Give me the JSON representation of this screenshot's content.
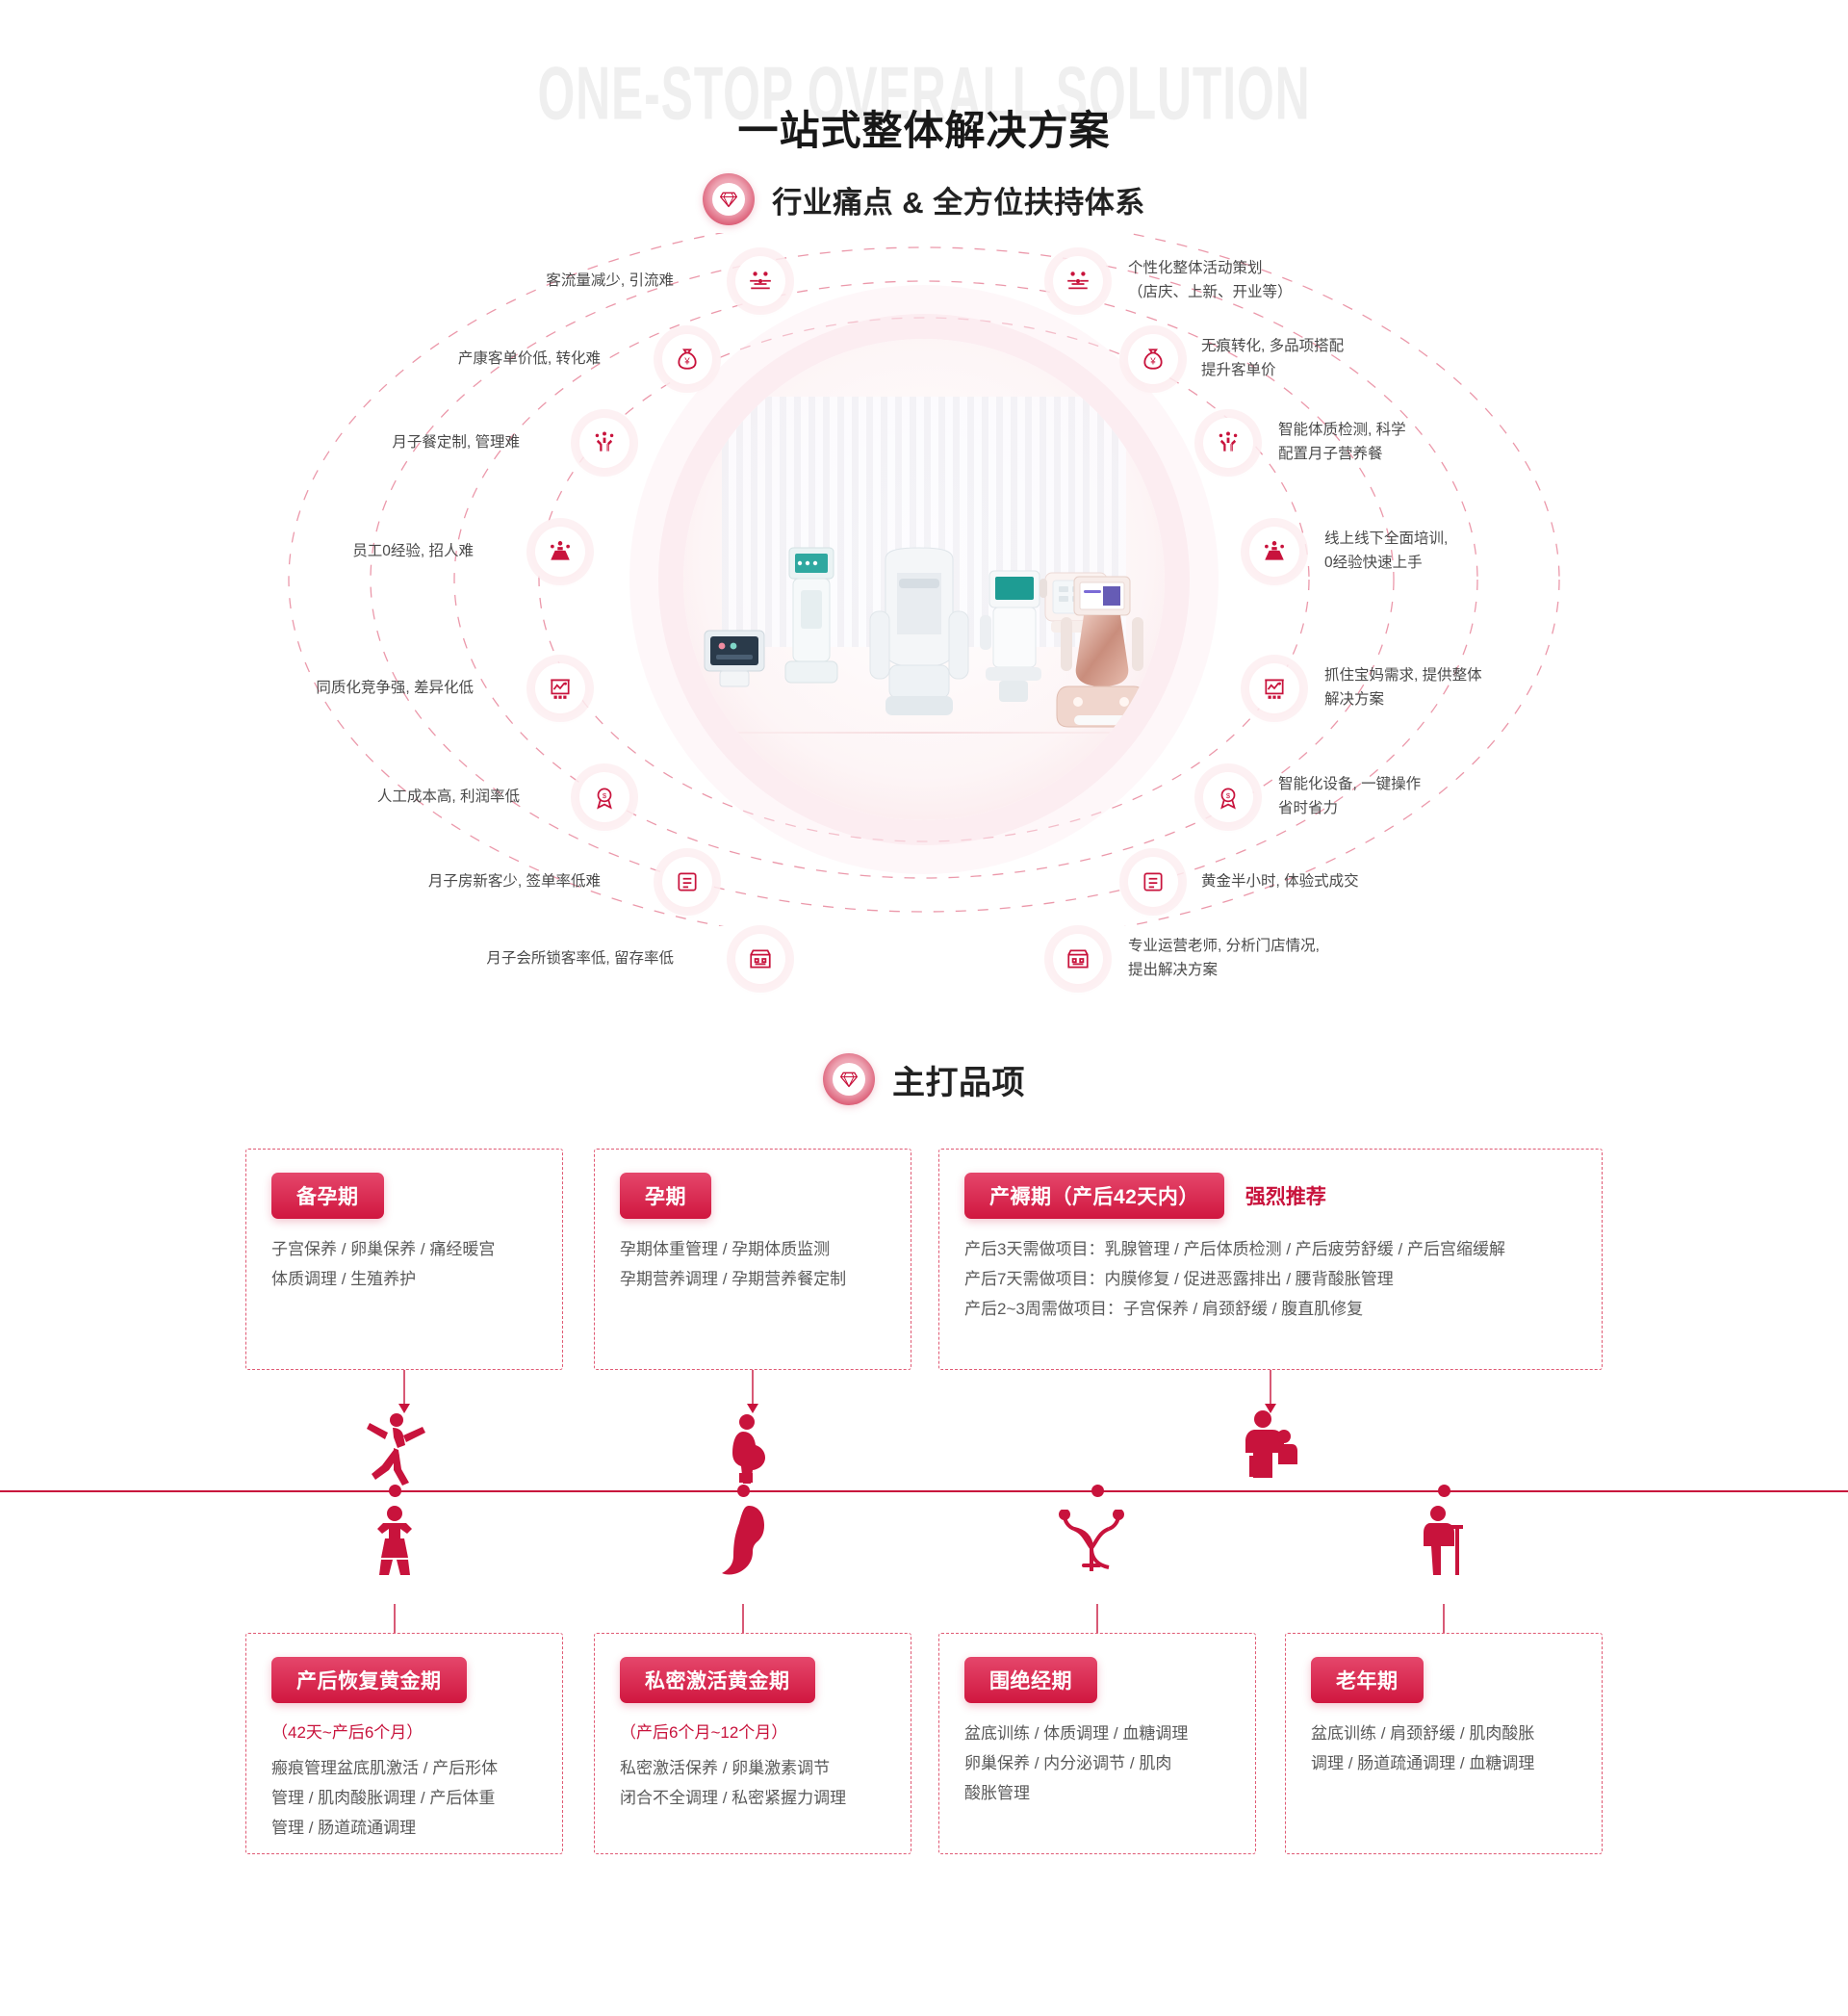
{
  "header": {
    "watermark": "ONE-STOP OVERALL SOLUTION",
    "title": "一站式整体解决方案"
  },
  "section1": {
    "title": "行业痛点 & 全方位扶持体系",
    "gem_icon": "diamond-icon",
    "pain_points": [
      {
        "label": "客流量减少, 引流难",
        "icon": "people-balance-icon"
      },
      {
        "label": "产康客单价低, 转化难",
        "icon": "money-bag-yuan-icon"
      },
      {
        "label": "月子餐定制, 管理难",
        "icon": "team-support-icon"
      },
      {
        "label": "员工0经验, 招人难",
        "icon": "training-meeting-icon"
      },
      {
        "label": "同质化竞争强, 差异化低",
        "icon": "presentation-chart-icon"
      },
      {
        "label": "人工成本高, 利润率低",
        "icon": "award-medal-icon"
      },
      {
        "label": "月子房新客少, 签单率低难",
        "icon": "checklist-icon"
      },
      {
        "label": "月子会所锁客率低, 留存率低",
        "icon": "storefront-icon"
      }
    ],
    "supports": [
      {
        "line1": "个性化整体活动策划",
        "line2": "（店庆、上新、开业等）",
        "icon": "people-balance-icon"
      },
      {
        "line1": "无痕转化, 多品项搭配",
        "line2": "提升客单价",
        "icon": "money-bag-yuan-icon"
      },
      {
        "line1": "智能体质检测, 科学",
        "line2": "配置月子营养餐",
        "icon": "team-support-icon"
      },
      {
        "line1": "线上线下全面培训,",
        "line2": "0经验快速上手",
        "icon": "training-meeting-icon"
      },
      {
        "line1": "抓住宝妈需求, 提供整体",
        "line2": "解决方案",
        "icon": "presentation-chart-icon"
      },
      {
        "line1": "智能化设备, 一键操作",
        "line2": "省时省力",
        "icon": "award-medal-icon"
      },
      {
        "line1": "黄金半小时, 体验式成交",
        "line2": "",
        "icon": "checklist-icon"
      },
      {
        "line1": "专业运营老师, 分析门店情况,",
        "line2": "提出解决方案",
        "icon": "storefront-icon"
      }
    ]
  },
  "section2": {
    "title": "主打品项",
    "gem_icon": "diamond-icon",
    "cards_top": [
      {
        "tag": "备孕期",
        "recommend": "",
        "subnote": "",
        "lines": [
          "子宫保养 / 卵巢保养 / 痛经暖宫",
          "体质调理 / 生殖养护"
        ],
        "icon": "ballet-dancer-icon"
      },
      {
        "tag": "孕期",
        "recommend": "",
        "subnote": "",
        "lines": [
          "孕期体重管理 / 孕期体质监测",
          "孕期营养调理 / 孕期营养餐定制"
        ],
        "icon": "pregnant-woman-icon"
      },
      {
        "tag": "产褥期（产后42天内）",
        "recommend": "强烈推荐",
        "subnote": "",
        "lines": [
          "产后3天需做项目：乳腺管理 / 产后体质检测 / 产后疲劳舒缓 / 产后宫缩缓解",
          "产后7天需做项目：内膜修复 / 促进恶露排出 / 腰背酸胀管理",
          "产后2~3周需做项目：子宫保养 / 肩颈舒缓 / 腹直肌修复"
        ],
        "icon": "mother-baby-icon"
      }
    ],
    "cards_bottom": [
      {
        "tag": "产后恢复黄金期",
        "recommend": "",
        "subnote": "（42天~产后6个月）",
        "lines": [
          "瘢痕管理盆底肌激活 / 产后形体",
          "管理 / 肌肉酸胀调理 / 产后体重",
          "管理 / 肠道疏通调理"
        ],
        "icon": "strong-woman-icon"
      },
      {
        "tag": "私密激活黄金期",
        "recommend": "",
        "subnote": "（产后6个月~12个月）",
        "lines": [
          "私密激活保养 / 卵巢激素调节",
          "闭合不全调理 / 私密紧握力调理"
        ],
        "icon": "woman-profile-icon"
      },
      {
        "tag": "围绝经期",
        "recommend": "",
        "subnote": "",
        "lines": [
          "盆底训练 / 体质调理 / 血糖调理",
          "卵巢保养 / 内分泌调节 / 肌肉",
          "酸胀管理"
        ],
        "icon": "uterus-icon"
      },
      {
        "tag": "老年期",
        "recommend": "",
        "subnote": "",
        "lines": [
          "盆底训练 / 肩颈舒缓 / 肌肉酸胀",
          "调理 / 肠道疏通调理 / 血糖调理"
        ],
        "icon": "elderly-woman-icon"
      }
    ]
  },
  "colors": {
    "brand_red": "#c8133c",
    "accent_pink": "#e05a74",
    "tag_gradient_from": "#e5476b",
    "tag_gradient_to": "#d0173f",
    "text_gray": "#5a5a5a",
    "watermark_gray": "#efefef"
  }
}
